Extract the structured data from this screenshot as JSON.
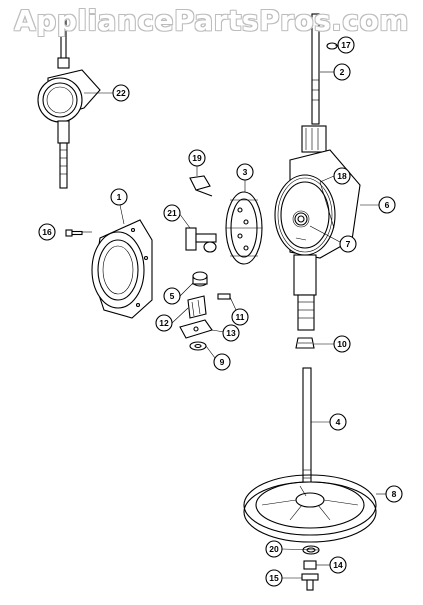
{
  "watermark": "AppliancePartsPros.com",
  "callouts": [
    {
      "id": "c1",
      "label": "1"
    },
    {
      "id": "c2",
      "label": "2"
    },
    {
      "id": "c3",
      "label": "3"
    },
    {
      "id": "c4",
      "label": "4"
    },
    {
      "id": "c5",
      "label": "5"
    },
    {
      "id": "c6",
      "label": "6"
    },
    {
      "id": "c7",
      "label": "7"
    },
    {
      "id": "c8",
      "label": "8"
    },
    {
      "id": "c9",
      "label": "9"
    },
    {
      "id": "c10",
      "label": "10"
    },
    {
      "id": "c11",
      "label": "11"
    },
    {
      "id": "c12",
      "label": "12"
    },
    {
      "id": "c13",
      "label": "13"
    },
    {
      "id": "c14",
      "label": "14"
    },
    {
      "id": "c15",
      "label": "15"
    },
    {
      "id": "c16",
      "label": "16"
    },
    {
      "id": "c17",
      "label": "17"
    },
    {
      "id": "c18",
      "label": "18"
    },
    {
      "id": "c19",
      "label": "19"
    },
    {
      "id": "c20",
      "label": "20"
    },
    {
      "id": "c21",
      "label": "21"
    },
    {
      "id": "c22",
      "label": "22"
    }
  ]
}
